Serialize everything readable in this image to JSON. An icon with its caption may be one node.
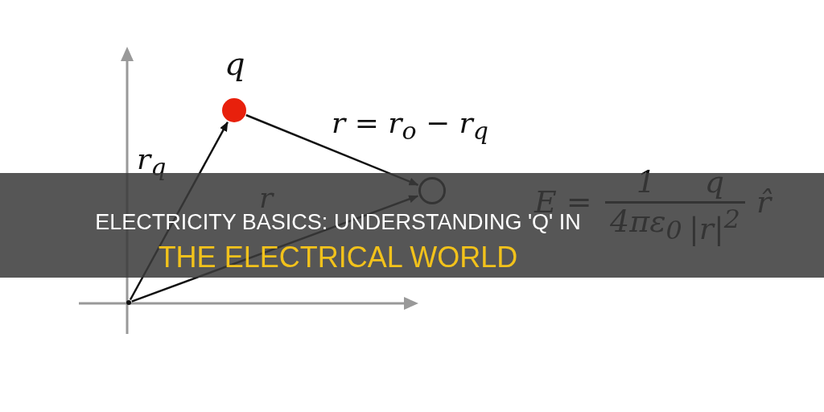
{
  "diagram": {
    "title": "ELECTRICITY BASICS: UNDERSTANDING 'Q' IN THE ELECTRICAL WORLD",
    "nodes": [
      {
        "text": [],
        "shape": "circle"
      },
      {
        "text": [],
        "shape": "circle",
        "beside": [
          "q"
        ]
      },
      {
        "text": [],
        "shape": "circle"
      }
    ],
    "edges": [
      {
        "from": 0,
        "to": 1,
        "arrow": "to",
        "label": "r$_{q}$"
      },
      {
        "from": 1,
        "to": 2,
        "arrow": "to"
      },
      {
        "from": 0,
        "to": 2,
        "arrow": "to",
        "label": "r"
      }
    ],
    "labels": [
      "r = r$_{o}$ − r$_{q}$",
      "E =",
      "1",
      "4πε$_{0}$",
      "q",
      "|r|$^{2}$",
      "r̂"
    ]
  }
}
